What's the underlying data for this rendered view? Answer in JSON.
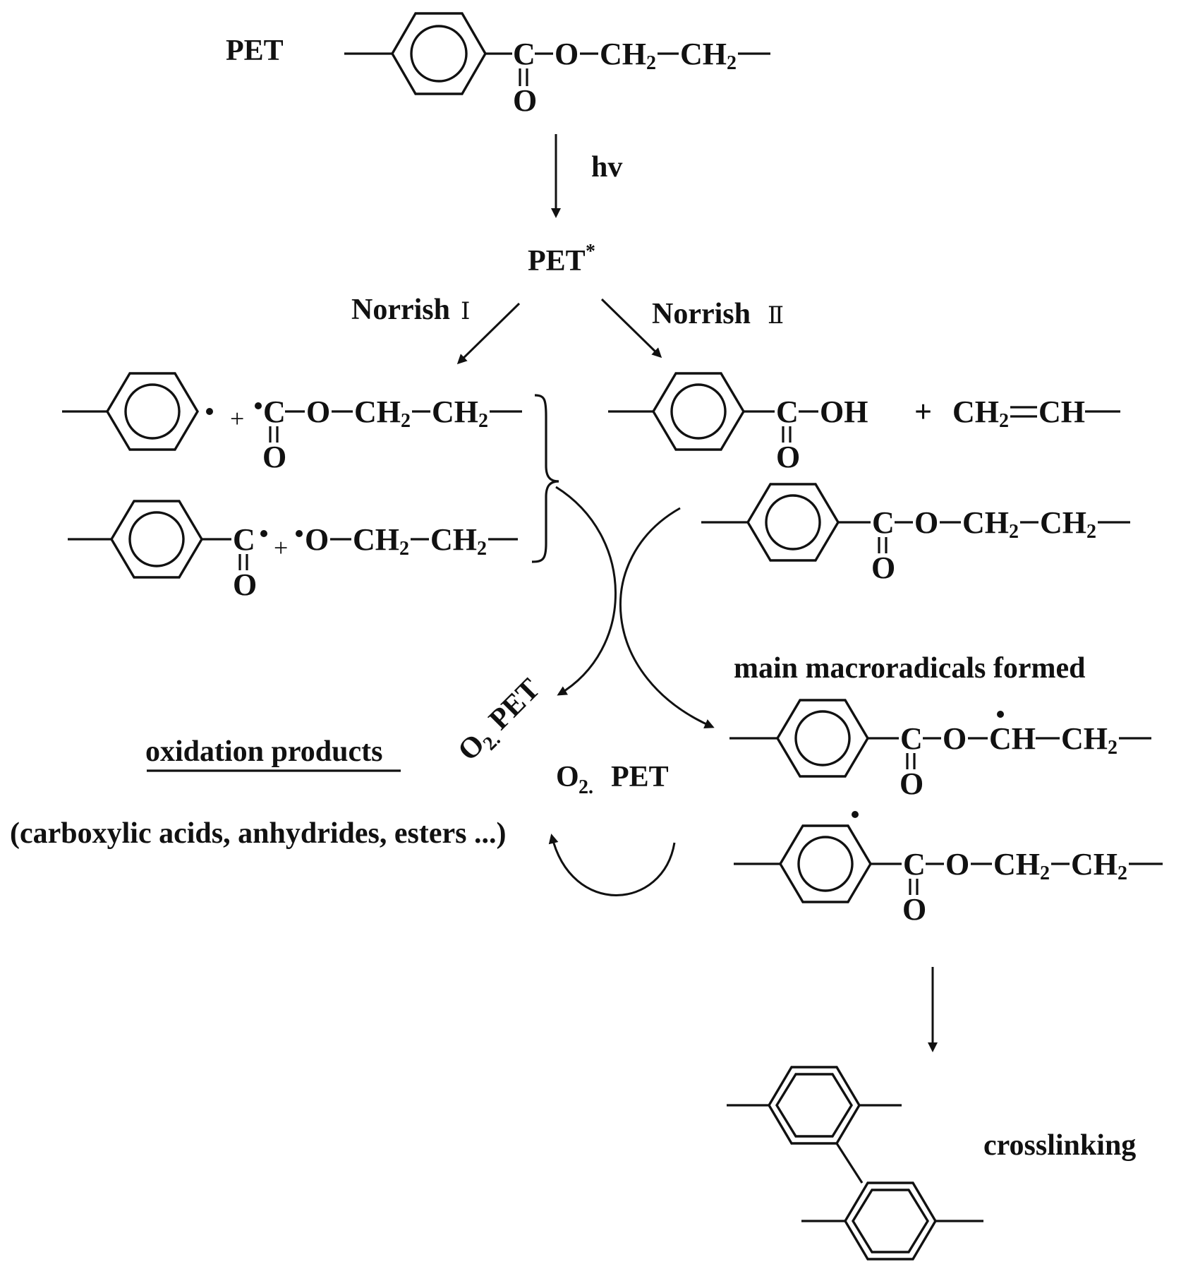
{
  "labels": {
    "pet": "PET",
    "hv": "hv",
    "pet_star": "PET",
    "pet_star_sup": "*",
    "norrish1": "Norrish",
    "norrish1_roman": "Ⅰ",
    "norrish2": "Norrish",
    "norrish2_roman": "Ⅱ",
    "main_macroradicals": "main macroradicals formed",
    "oxidation_products": "oxidation products",
    "oxidation_examples": "(carboxylic acids, anhydrides, esters ...)",
    "o2": "O",
    "o2_sub": "2.",
    "pet_after_o2": "PET",
    "crosslinking": "crosslinking"
  },
  "chem": {
    "C": "C",
    "O": "O",
    "OH": "OH",
    "CH2": "CH",
    "CH": "CH",
    "H2_sub": "2",
    "plus": "+",
    "radical": "•"
  },
  "colors": {
    "ink": "#111111",
    "background": "#ffffff"
  }
}
